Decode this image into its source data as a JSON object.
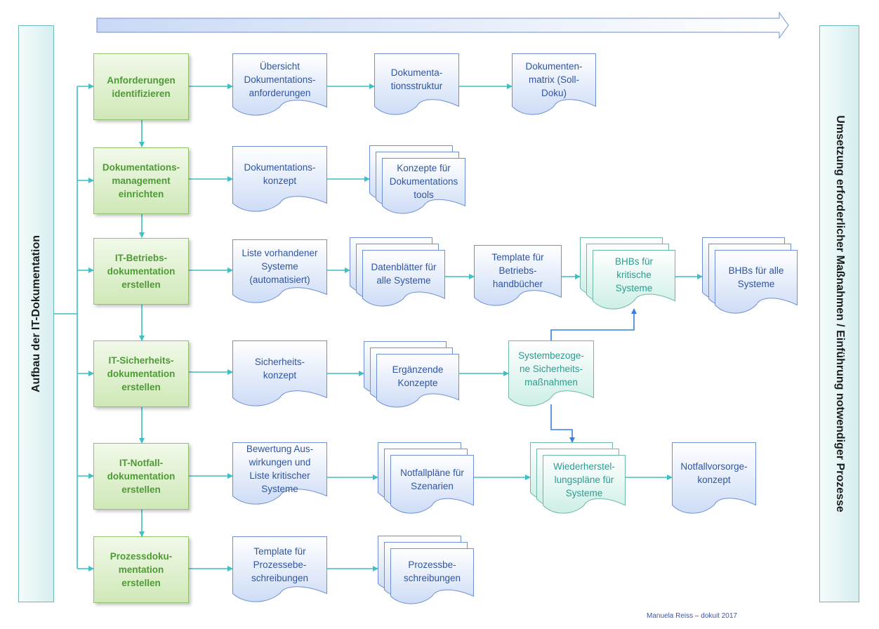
{
  "left_label": "Aufbau der IT-Dokumentation",
  "right_label": "Umsetzung erforderlicher Maßnahmen / Einführung notwendiger Prozesse",
  "steps": [
    "Anforderungen\nidentifizieren",
    "Dokumentations-\nmanagement\neinrichten",
    "IT-Betriebs-\ndokumentation\nerstellen",
    "IT-Sicherheits-\ndokumentation\nerstellen",
    "IT-Notfall-\ndokumentation\nerstellen",
    "Prozessdoku-\nmentation\nerstellen"
  ],
  "documents": [
    "Übersicht\nDokumentations-\nanforderungen",
    "Dokumenta-\ntionsstruktur",
    "Dokumenten-\nmatrix (Soll-\nDoku)",
    "Dokumentations-\nkonzept",
    "Konzepte für\nDokumentations\ntools",
    "Liste vorhandener\nSysteme\n(automatisiert)",
    "Datenblätter für\nalle Systeme",
    "Template für\nBetriebs-\nhandbücher",
    "BHBs für\nkritische\nSysteme",
    "BHBs für alle\nSysteme",
    "Sicherheits-\nkonzept",
    "Ergänzende\nKonzepte",
    "Systembezoge-\nne Sicherheits-\nmaßnahmen",
    "Bewertung Aus-\nwirkungen und\nListe kritischer\nSysteme",
    "Notfallpläne für\nSzenarien",
    "Wiederherstel-\nlungspläne für\nSysteme",
    "Notfallvorsorge-\nkonzept",
    "Template für\nProzessebe-\nschreibungen",
    "Prozessbe-\nschreibungen"
  ],
  "footer": "Manuela Reiss – dokuit 2017",
  "colors": {
    "step_text": "#4e9a36",
    "step_border": "#8fc16f",
    "doc_text_blue": "#2f55a2",
    "doc_text_teal": "#2e9b8e",
    "connector": "#3fbfc2",
    "connector_blue": "#3a7fe0"
  }
}
